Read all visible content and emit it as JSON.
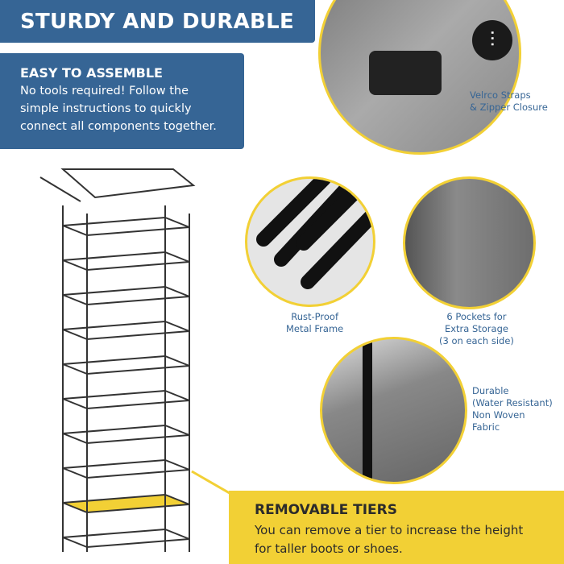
{
  "header": {
    "title": "STURDY AND DURABLE"
  },
  "assemble": {
    "title": "EASY TO ASSEMBLE",
    "lines": [
      "No tools required!  Follow the",
      "simple instructions to quickly",
      "connect all components together."
    ]
  },
  "features": [
    {
      "lines": [
        "Velrco Straps",
        "& Zipper Closure"
      ]
    },
    {
      "lines": [
        "Rust-Proof",
        "Metal Frame"
      ]
    },
    {
      "lines": [
        "6 Pockets for",
        "Extra Storage",
        "(3 on each side)"
      ]
    },
    {
      "lines": [
        "Durable",
        "(Water Resistant)",
        "Non Woven",
        "Fabric"
      ]
    }
  ],
  "removable": {
    "title": "REMOVABLE TIERS",
    "lines": [
      "You can remove a tier to increase the height",
      "for taller boots or shoes."
    ]
  },
  "colors": {
    "blue": "#366595",
    "yellow": "#f2d035"
  }
}
